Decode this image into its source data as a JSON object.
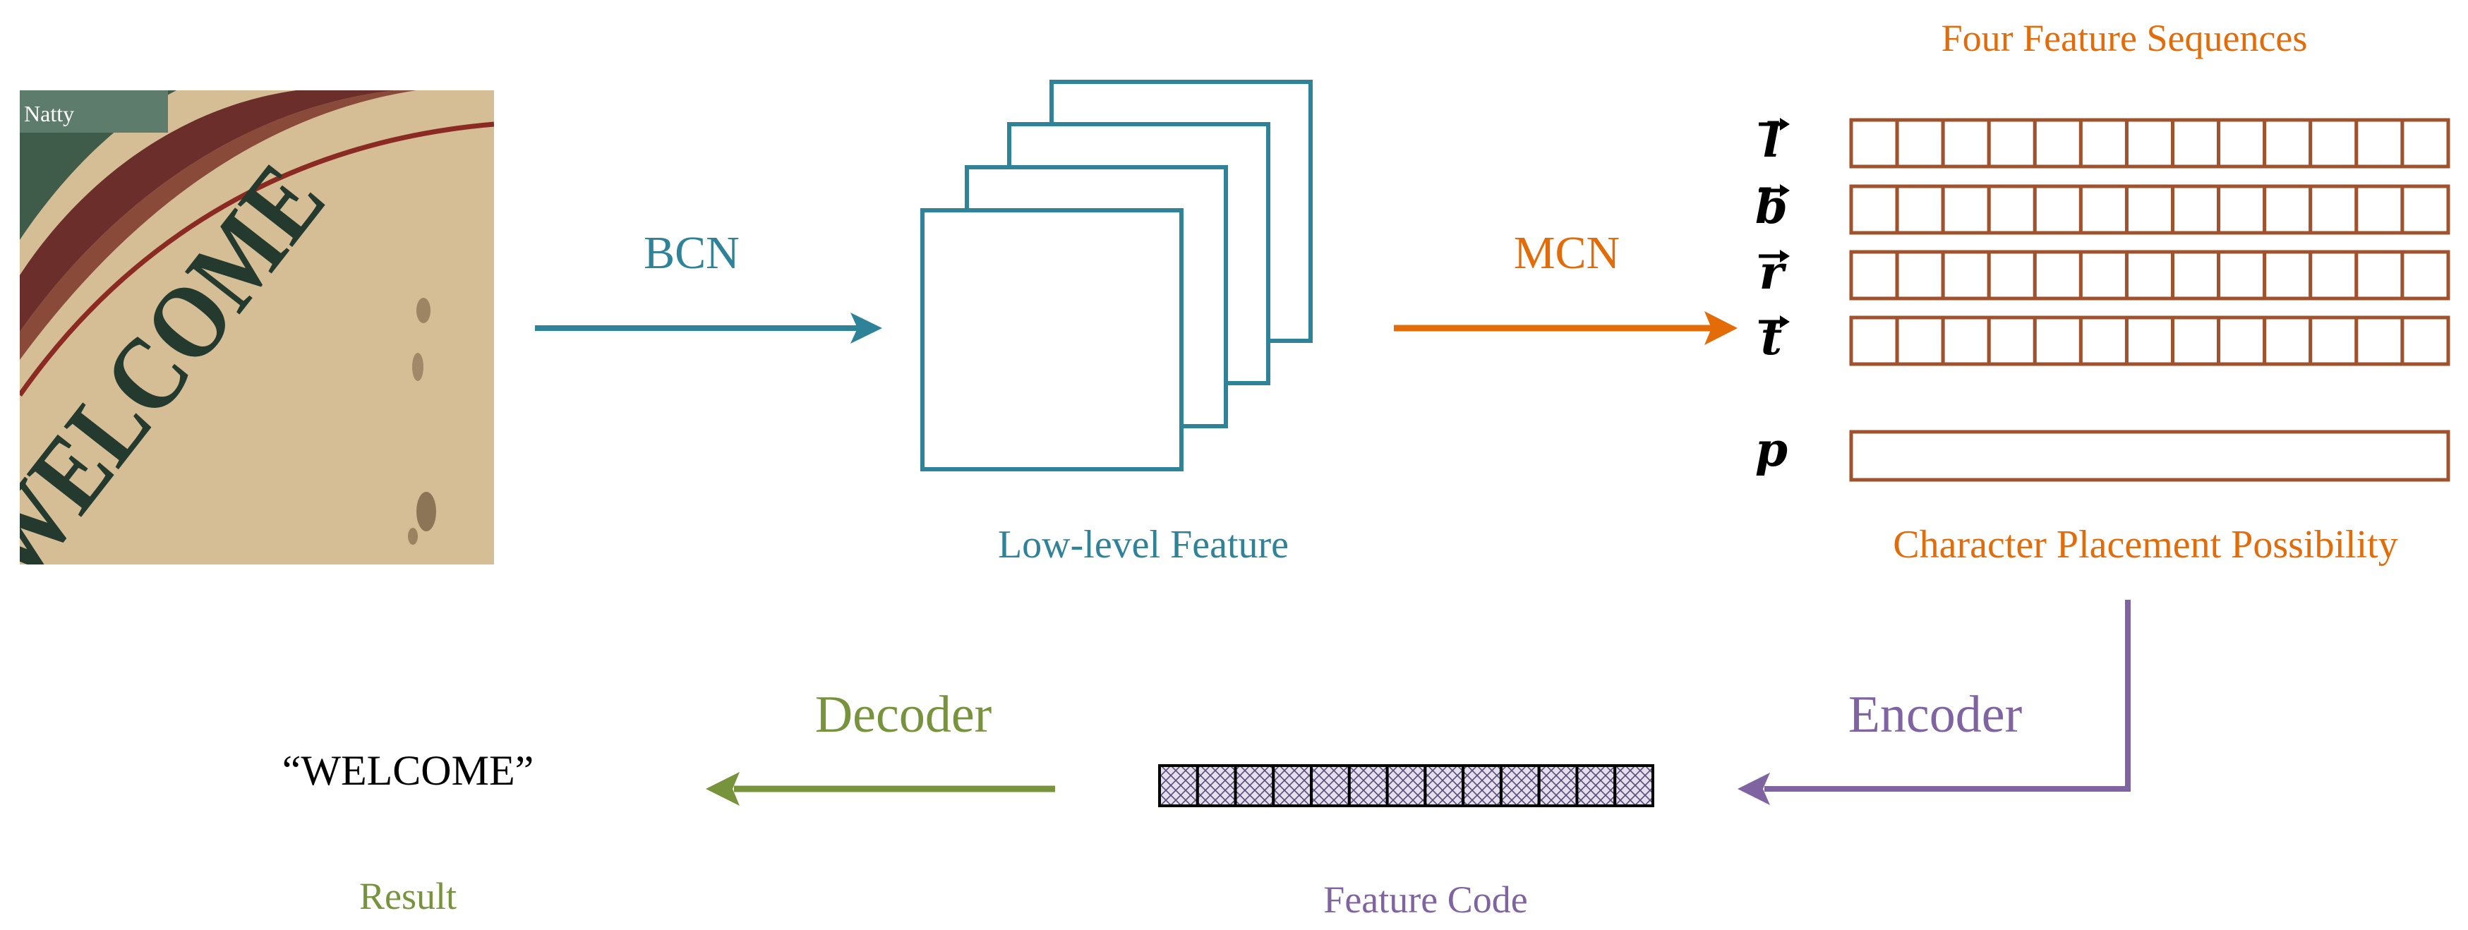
{
  "colors": {
    "teal": "#2E8399",
    "orange": "#E36C09",
    "brown": "#A0522D",
    "purple": "#8064A2",
    "green": "#77933C",
    "black": "#000000"
  },
  "input_image": {
    "sign_text": "WELCOME",
    "small_text": "Natty"
  },
  "labels": {
    "bcn": "BCN",
    "mcn": "MCN",
    "low_level_feature": "Low-level Feature",
    "four_feature_sequences": "Four Feature Sequences",
    "char_placement": "Character Placement Possibility",
    "encoder": "Encoder",
    "decoder": "Decoder",
    "feature_code": "Feature Code",
    "result_value": "“WELCOME”",
    "result": "Result"
  },
  "sequences": [
    {
      "symbol": "l",
      "vector": true
    },
    {
      "symbol": "b",
      "vector": true
    },
    {
      "symbol": "r",
      "vector": true
    },
    {
      "symbol": "t",
      "vector": true
    }
  ],
  "placement_symbol": "p",
  "sequence_cell_count": 13,
  "feature_code_cell_count": 13
}
